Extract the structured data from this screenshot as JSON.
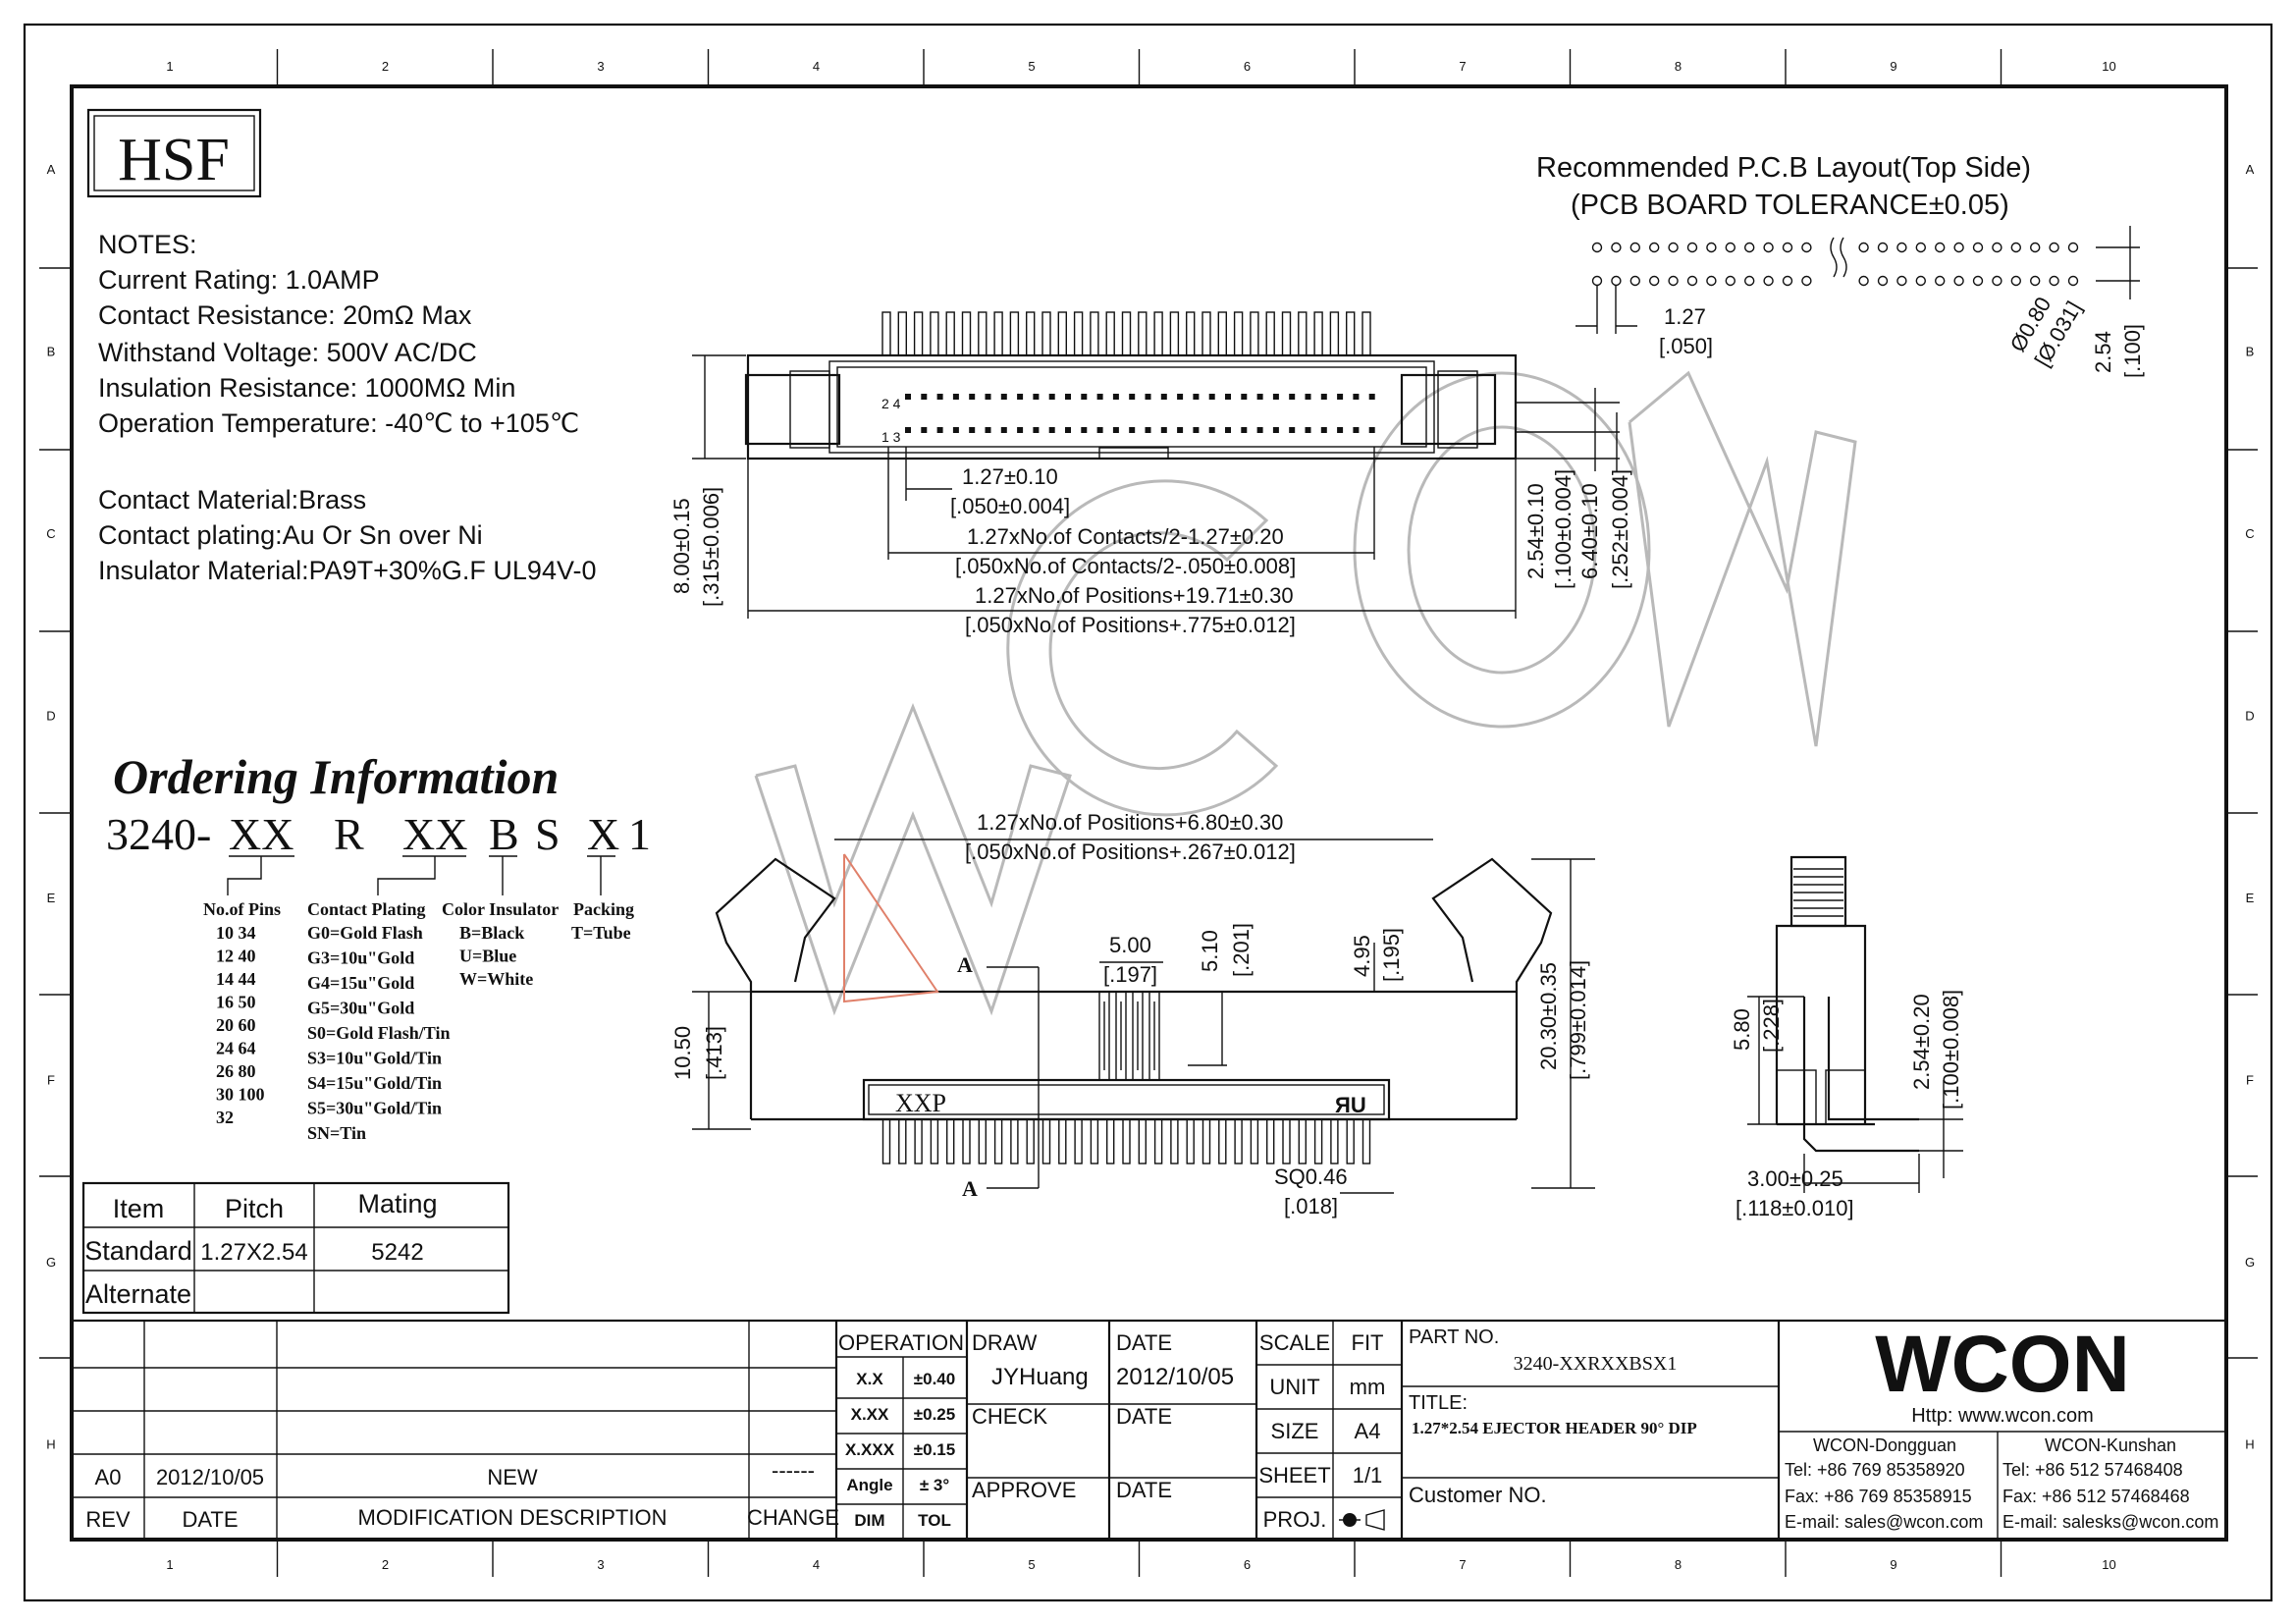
{
  "border": {
    "columns": [
      "1",
      "2",
      "3",
      "4",
      "5",
      "6",
      "7",
      "8",
      "9",
      "10"
    ],
    "rows": [
      "A",
      "B",
      "C",
      "D",
      "E",
      "F",
      "G",
      "H"
    ]
  },
  "logo": "HSF",
  "watermark": "WCON",
  "notes": {
    "heading": "NOTES:",
    "lines": [
      "Current Rating: 1.0AMP",
      "Contact Resistance: 20mΩ Max",
      "Withstand Voltage: 500V AC/DC",
      "Insulation Resistance: 1000MΩ Min",
      "Operation Temperature: -40℃ to +105℃"
    ],
    "materials": [
      "Contact Material:Brass",
      "Contact plating:Au Or Sn over Ni",
      "Insulator Material:PA9T+30%G.F UL94V-0"
    ]
  },
  "pcb": {
    "title": "Recommended P.C.B Layout(Top Side)",
    "tolerance": "(PCB BOARD TOLERANCE±0.05)",
    "dims": {
      "pitch": "1.27",
      "pitch_in": "[.050]",
      "hole": "Ø0.80",
      "hole_in": "[Ø.031]",
      "row": "2.54",
      "row_in": "[.100]"
    }
  },
  "top_view": {
    "pins_top": "2 4",
    "pins_bottom": "1 3",
    "d1": "1.27±0.10",
    "d1_in": "[.050±0.004]",
    "d2": "1.27xNo.of Contacts/2-1.27±0.20",
    "d2_in": "[.050xNo.of Contacts/2-.050±0.008]",
    "d3": "1.27xNo.of Positions+19.71±0.30",
    "d3_in": "[.050xNo.of Positions+.775±0.012]",
    "h": "8.00±0.15",
    "h_in": "[.315±0.006]",
    "r1": "2.54±0.10",
    "r1_in": "[.100±0.004]",
    "r2": "6.40±0.10",
    "r2_in": "[.252±0.004]"
  },
  "ordering": {
    "title": "Ordering Information",
    "code_prefix": "3240-",
    "code_xx1": "XX",
    "code_r": "R",
    "code_xx2": "XX",
    "code_b": "B",
    "code_s": "S",
    "code_x": "X",
    "code_1": "1",
    "pins": {
      "header": "No.of Pins",
      "rows": [
        "10  34",
        "12  40",
        "14  44",
        "16  50",
        "20  60",
        "24  64",
        "26  80",
        "30 100",
        "32"
      ]
    },
    "plating": {
      "header": "Contact Plating",
      "rows": [
        "G0=Gold Flash",
        "G3=10u\"Gold",
        "G4=15u\"Gold",
        "G5=30u\"Gold",
        "S0=Gold Flash/Tin",
        "S3=10u\"Gold/Tin",
        "S4=15u\"Gold/Tin",
        "S5=30u\"Gold/Tin",
        "SN=Tin"
      ]
    },
    "color": {
      "header": "Color Insulator",
      "rows": [
        "B=Black",
        "U=Blue",
        "W=White"
      ]
    },
    "packing": {
      "header": "Packing",
      "rows": [
        "T=Tube"
      ]
    }
  },
  "front_view": {
    "d1": "1.27xNo.of Positions+6.80±0.30",
    "d1_in": "[.050xNo.of Positions+.267±0.012]",
    "d2": "5.00",
    "d2_in": "[.197]",
    "d3": "5.10",
    "d3_in": "[.201]",
    "d4": "4.95",
    "d4_in": "[.195]",
    "h1": "10.50",
    "h1_in": "[.413]",
    "h2": "20.30±0.35",
    "h2_in": "[.799±0.014]",
    "sq": "SQ0.46",
    "sq_in": "[.018]",
    "label": "XXP",
    "section": "A"
  },
  "side_view": {
    "h": "5.80",
    "h_in": "[.228]",
    "r": "2.54±0.20",
    "r_in": "[.100±0.008]",
    "w": "3.00±0.25",
    "w_in": "[.118±0.010]"
  },
  "mating_table": {
    "headers": [
      "Item",
      "Pitch",
      "Mating"
    ],
    "rows": [
      [
        "Standard",
        "1.27X2.54",
        "5242"
      ],
      [
        "Alternate",
        "",
        ""
      ]
    ]
  },
  "title_block": {
    "rev_row": {
      "rev": "A0",
      "date": "2012/10/05",
      "desc": "NEW",
      "change": "------"
    },
    "rev_header": {
      "rev": "REV",
      "date": "DATE",
      "desc": "MODIFICATION  DESCRIPTION",
      "change": "CHANGE"
    },
    "operation": "OPERATION",
    "tolerances": [
      [
        "X.X",
        "±0.40"
      ],
      [
        "X.XX",
        "±0.25"
      ],
      [
        "X.XXX",
        "±0.15"
      ],
      [
        "Angle",
        "± 3°"
      ],
      [
        "DIM",
        "TOL"
      ]
    ],
    "draw": "DRAW",
    "draw_name": "JYHuang",
    "check": "CHECK",
    "approve": "APPROVE",
    "date_label": "DATE",
    "date_value": "2012/10/05",
    "scale": "SCALE",
    "scale_value": "FIT",
    "unit": "UNIT",
    "unit_value": "mm",
    "size": "SIZE",
    "size_value": "A4",
    "sheet": "SHEET",
    "sheet_value": "1/1",
    "proj": "PROJ.",
    "part_no_label": "PART NO.",
    "part_no": "3240-XXRXXBSX1",
    "title_label": "TITLE:",
    "title": "1.27*2.54 EJECTOR HEADER 90° DIP",
    "customer": "Customer NO.",
    "company": "WCON",
    "website": "Http:  www.wcon.com",
    "dg": {
      "name": "WCON-Dongguan",
      "tel": "Tel: +86 769 85358920",
      "fax": "Fax: +86 769 85358915",
      "email": "E-mail: sales@wcon.com"
    },
    "ks": {
      "name": "WCON-Kunshan",
      "tel": "Tel: +86 512 57468408",
      "fax": "Fax: +86 512 57468468",
      "email": "E-mail: salesks@wcon.com"
    }
  }
}
